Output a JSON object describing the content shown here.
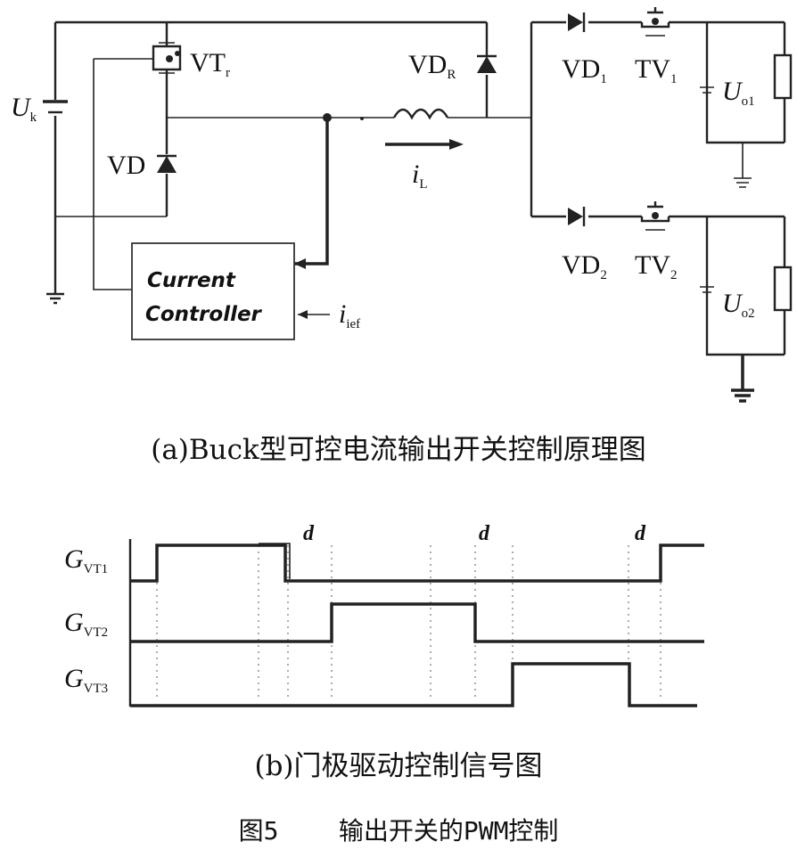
{
  "circuit": {
    "source_main": "U",
    "source_sub": "k",
    "switch_main": "VT",
    "switch_sub": "r",
    "diode_main": "VD",
    "diode_r_main": "VD",
    "diode_r_sub": "R",
    "inductor_current_main": "i",
    "inductor_current_sub": "L",
    "out_diode1_main": "VD",
    "out_diode1_sub": "1",
    "out_switch1_main": "TV",
    "out_switch1_sub": "1",
    "out_voltage1_main": "U",
    "out_voltage1_sub": "o1",
    "out_diode2_main": "VD",
    "out_diode2_sub": "2",
    "out_switch2_main": "TV",
    "out_switch2_sub": "2",
    "out_voltage2_main": "U",
    "out_voltage2_sub": "o2",
    "controller_line1": "Current",
    "controller_line2": "Controller",
    "reference_main": "i",
    "reference_sub": "ief",
    "caption": "(a)Buck型可控电流输出开关控制原理图"
  },
  "timing": {
    "signal1_main": "G",
    "signal1_sub": "VT1",
    "signal2_main": "G",
    "signal2_sub": "VT2",
    "signal3_main": "G",
    "signal3_sub": "VT3",
    "dead_time_label": "d",
    "caption": "(b)门极驱动控制信号图"
  },
  "figure_caption": "图5    输出开关的PWM控制"
}
